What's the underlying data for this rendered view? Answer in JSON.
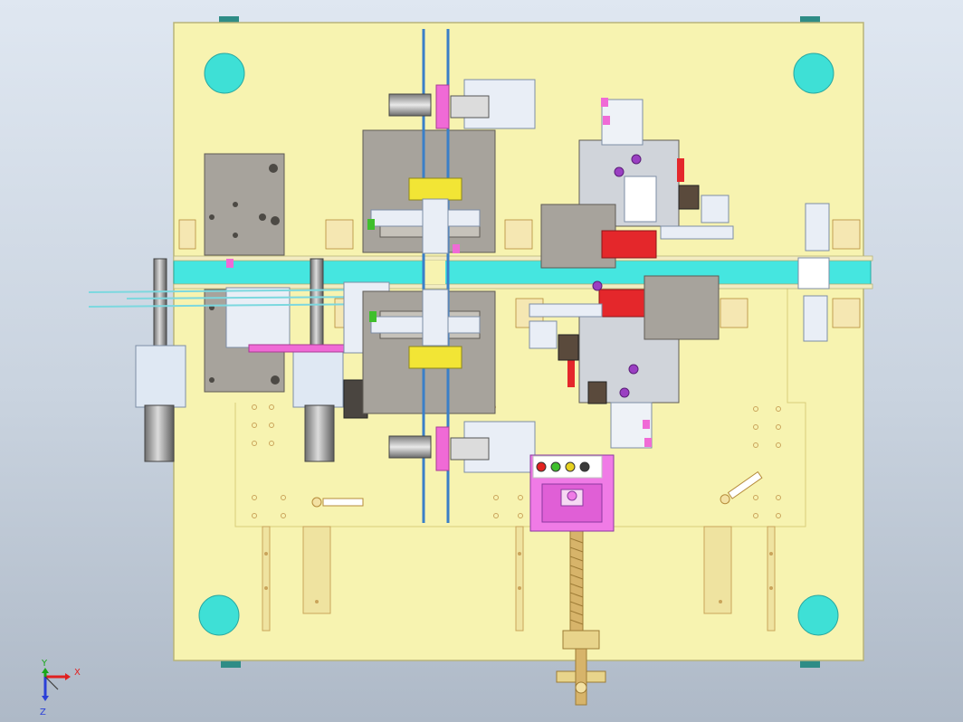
{
  "window": {
    "title": ""
  },
  "viewport": {
    "background_top": "#dfe7f1",
    "background_bottom": "#aeb9c7"
  },
  "colors": {
    "base_plate": "#f7f3b0",
    "base_edge": "#b8b47a",
    "locating_hole": "#3ee0d6",
    "conveyor": "#45e6e0",
    "slider_gray": "#a7a39c",
    "bracket_white": "#dfe8f3",
    "yellow_block": "#f2e535",
    "magenta_part": "#f06ad6",
    "purple_part": "#9a3fc2",
    "red_part": "#e4272b",
    "dark_motor": "#5a4a3c",
    "control_box": "#f07be6",
    "indicator_red": "#e2221f",
    "indicator_green": "#3fbf2c",
    "indicator_yellow": "#e6d11f",
    "indicator_dark": "#3a3a3a"
  },
  "axis_triad": {
    "x_label": "X",
    "y_label": "Y",
    "z_label": "Z",
    "x_color": "#e02020",
    "y_color": "#19a619",
    "z_color": "#2b40d8"
  },
  "icons": {
    "triad": "coordinate-triad-icon",
    "indicator_lights": "status-light-icon"
  }
}
